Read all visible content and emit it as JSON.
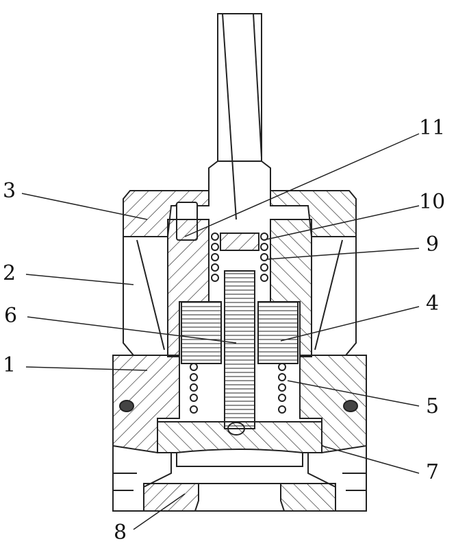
{
  "figure": {
    "type": "cross-section drawing of valve cartridge",
    "labels": [
      {
        "id": "11",
        "text": "11"
      },
      {
        "id": "3",
        "text": "3"
      },
      {
        "id": "10",
        "text": "10"
      },
      {
        "id": "9",
        "text": "9"
      },
      {
        "id": "2",
        "text": "2"
      },
      {
        "id": "6",
        "text": "6"
      },
      {
        "id": "4",
        "text": "4"
      },
      {
        "id": "1",
        "text": "1"
      },
      {
        "id": "5",
        "text": "5"
      },
      {
        "id": "7",
        "text": "7"
      },
      {
        "id": "8",
        "text": "8"
      }
    ]
  },
  "colors": {
    "line": "#222222",
    "background": "#ffffff"
  }
}
